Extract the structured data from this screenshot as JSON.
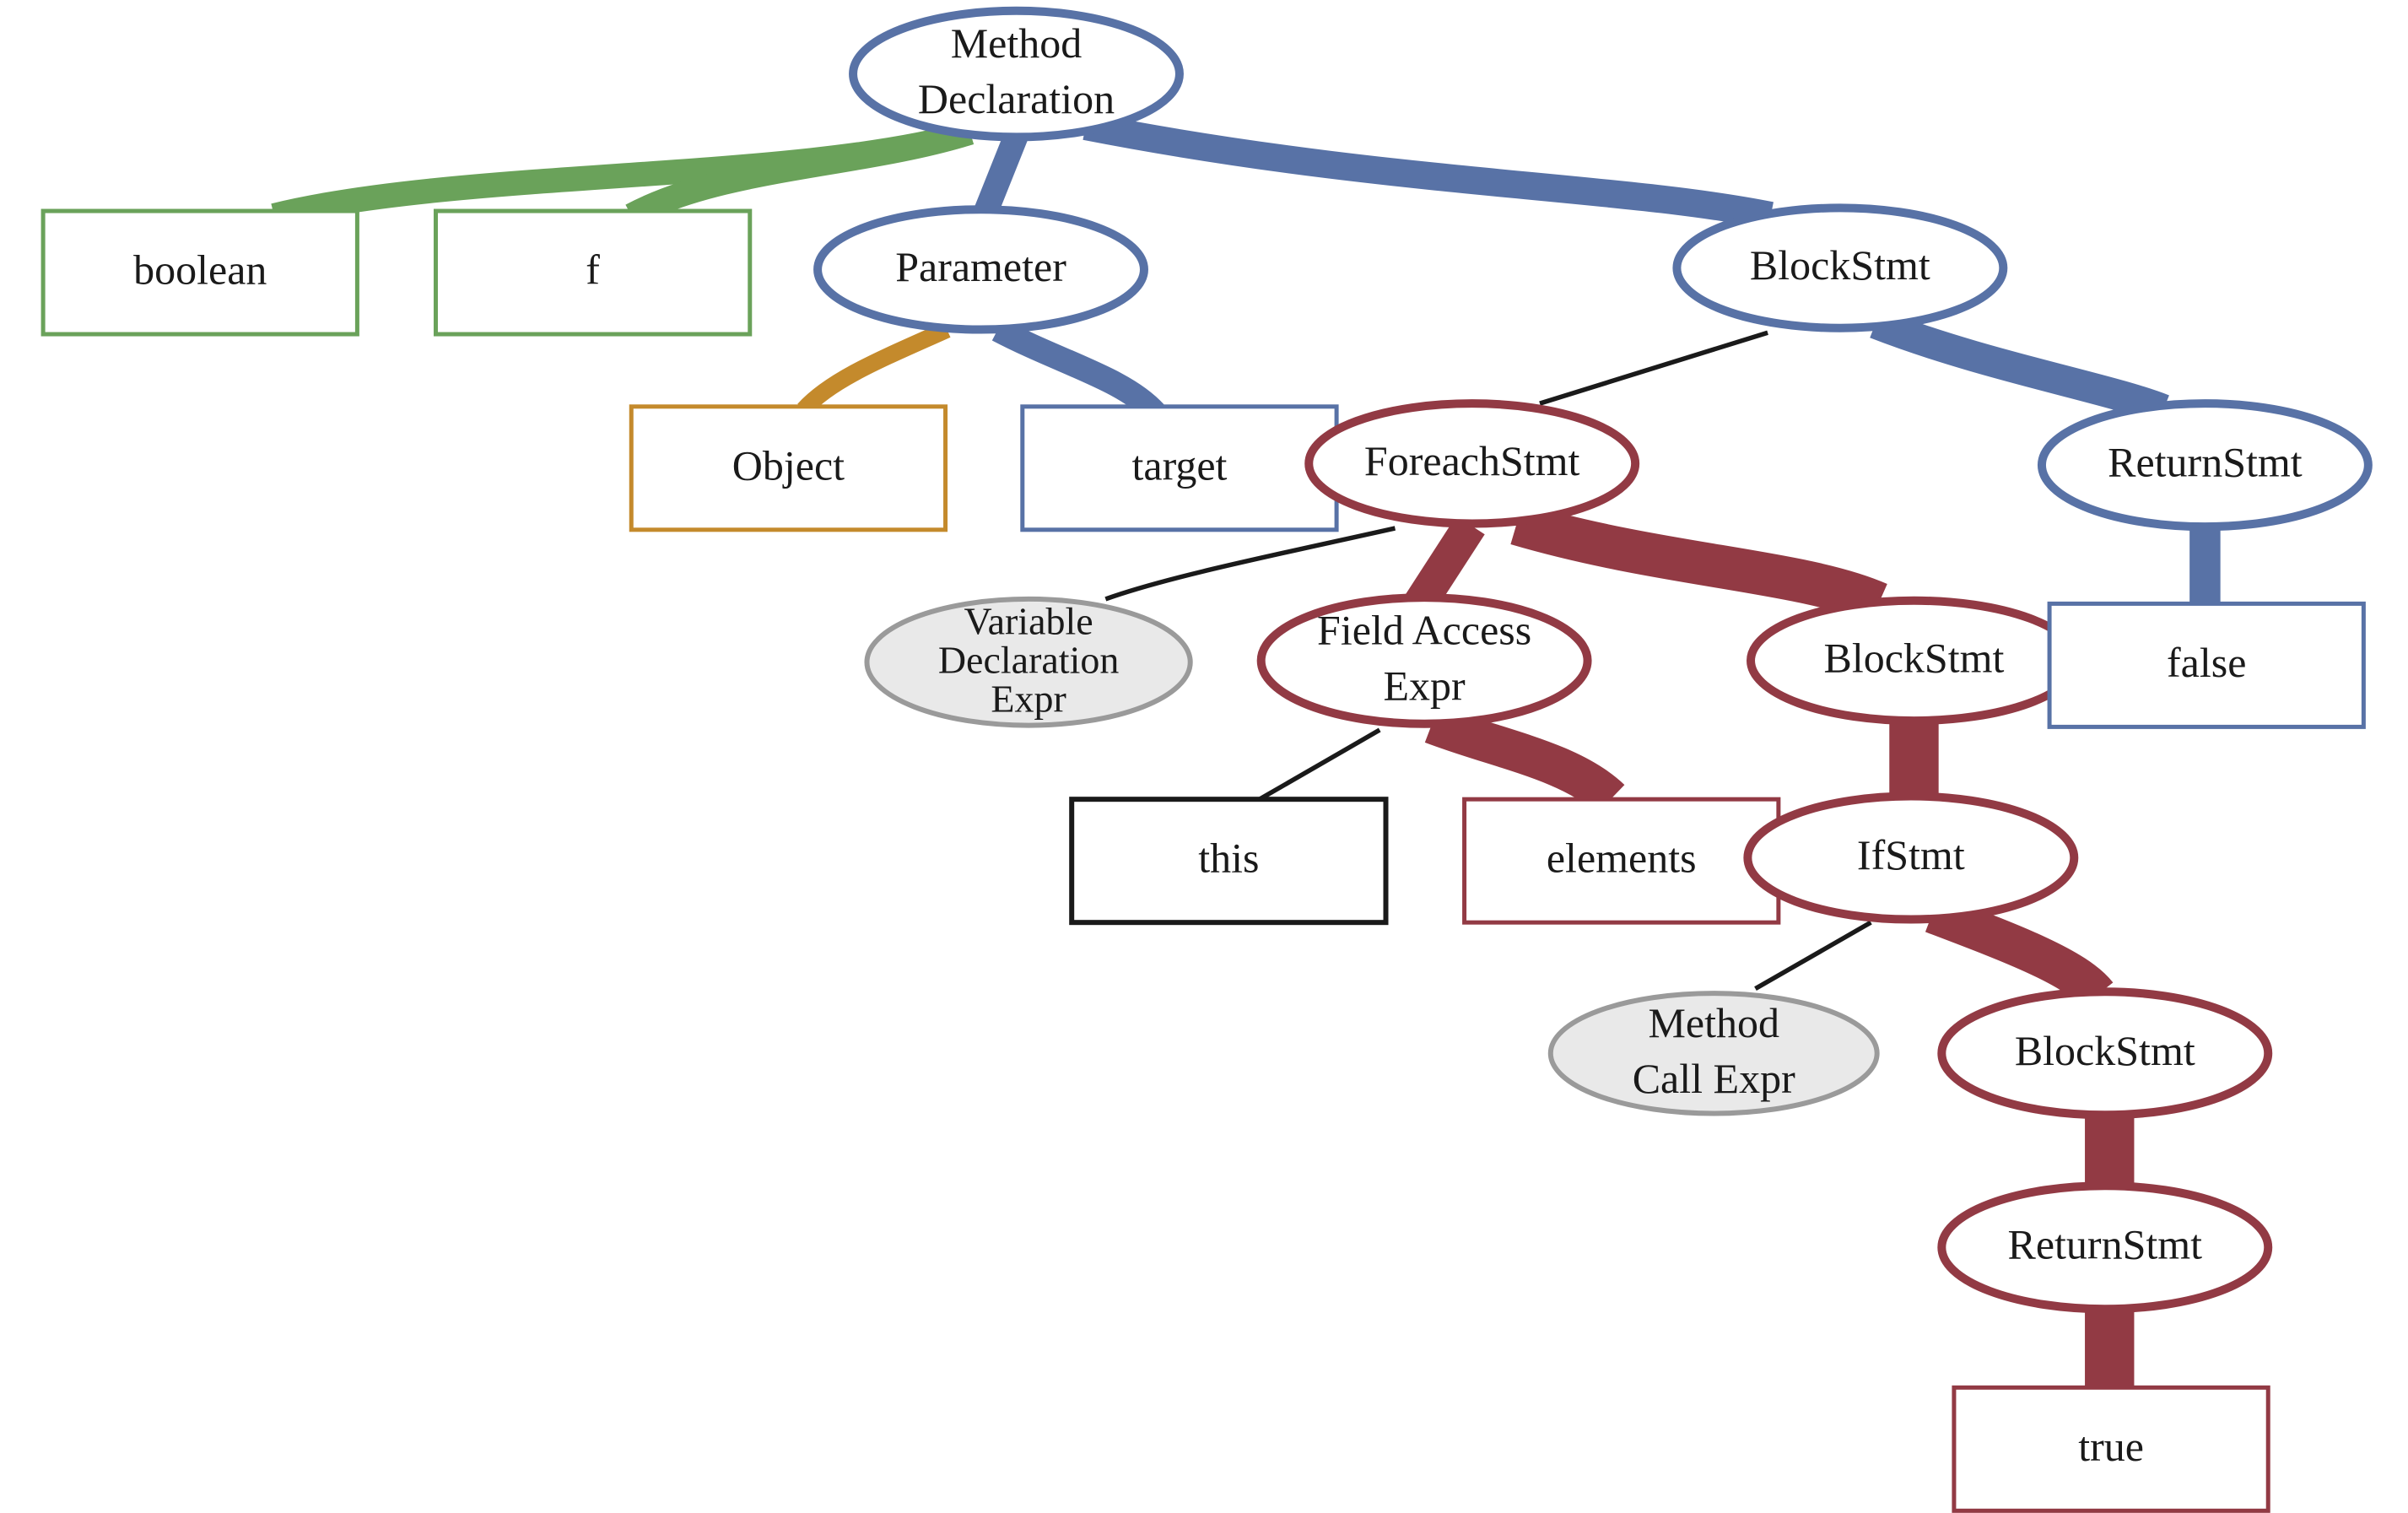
{
  "colors": {
    "blue": "#5872a6",
    "green": "#6aa25a",
    "orange": "#c48a2c",
    "red": "#923a44",
    "black": "#1a1a1a",
    "gray_fill": "#e9e9e9",
    "gray_stroke": "#9a9a9a"
  },
  "nodes": {
    "method_declaration": {
      "lines": [
        "Method",
        "Declaration"
      ]
    },
    "boolean": {
      "lines": [
        "boolean"
      ]
    },
    "f": {
      "lines": [
        "f"
      ]
    },
    "parameter": {
      "lines": [
        "Parameter"
      ]
    },
    "blockstmt_top": {
      "lines": [
        "BlockStmt"
      ]
    },
    "object": {
      "lines": [
        "Object"
      ]
    },
    "target": {
      "lines": [
        "target"
      ]
    },
    "foreachstmt": {
      "lines": [
        "ForeachStmt"
      ]
    },
    "returnstmt_top": {
      "lines": [
        "ReturnStmt"
      ]
    },
    "variable_declaration_expr": {
      "lines": [
        "Variable",
        "Declaration",
        "Expr"
      ]
    },
    "field_access_expr": {
      "lines": [
        "Field Access",
        "Expr"
      ]
    },
    "blockstmt_mid": {
      "lines": [
        "BlockStmt"
      ]
    },
    "false": {
      "lines": [
        "false"
      ]
    },
    "this": {
      "lines": [
        "this"
      ]
    },
    "elements": {
      "lines": [
        "elements"
      ]
    },
    "ifstmt": {
      "lines": [
        "IfStmt"
      ]
    },
    "method_call_expr": {
      "lines": [
        "Method",
        "Call Expr"
      ]
    },
    "blockstmt_low": {
      "lines": [
        "BlockStmt"
      ]
    },
    "returnstmt_low": {
      "lines": [
        "ReturnStmt"
      ]
    },
    "true": {
      "lines": [
        "true"
      ]
    }
  }
}
